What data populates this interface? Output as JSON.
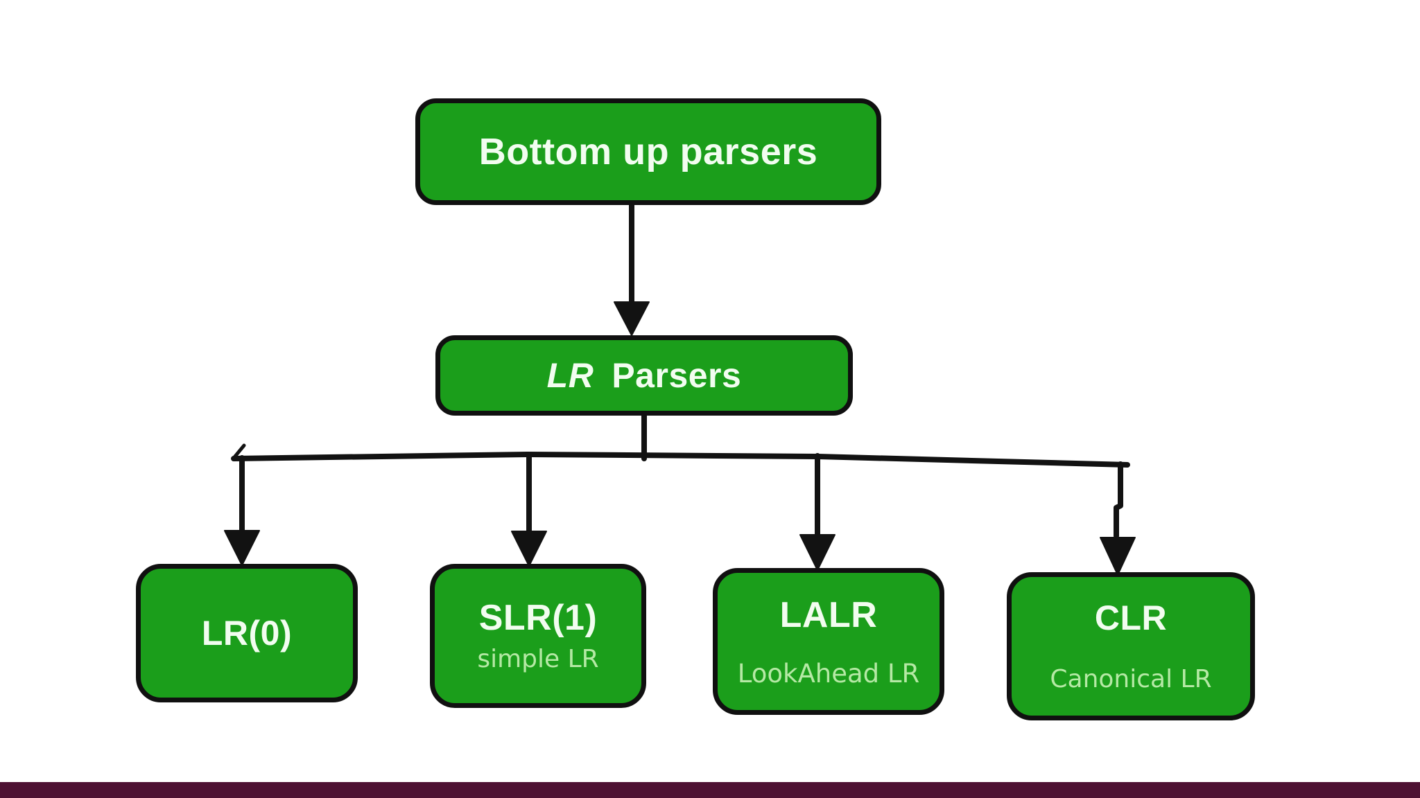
{
  "page": {
    "background": "#ffffff"
  },
  "colors": {
    "node_fill": "#1b9e1b",
    "node_border": "#101010",
    "node_text": "#f2fdf0",
    "node_subtext": "#b5e9a5",
    "connector": "#121212",
    "footer_band": "#4e1132"
  },
  "diagram": {
    "root": {
      "label": "Bottom up parsers"
    },
    "lr": {
      "italic": "LR",
      "rest": "Parsers"
    },
    "leaves": [
      {
        "label": "LR(0)"
      },
      {
        "label": "SLR(1)",
        "sublabel": "simple LR"
      },
      {
        "label": "LALR",
        "sublabel": "LookAhead LR"
      },
      {
        "label": "CLR",
        "sublabel": "Canonical LR"
      }
    ],
    "edges": [
      {
        "from": "Bottom up parsers",
        "to": "LR Parsers"
      },
      {
        "from": "LR Parsers",
        "to": "LR(0)"
      },
      {
        "from": "LR Parsers",
        "to": "SLR(1)"
      },
      {
        "from": "LR Parsers",
        "to": "LALR"
      },
      {
        "from": "LR Parsers",
        "to": "CLR"
      }
    ]
  }
}
